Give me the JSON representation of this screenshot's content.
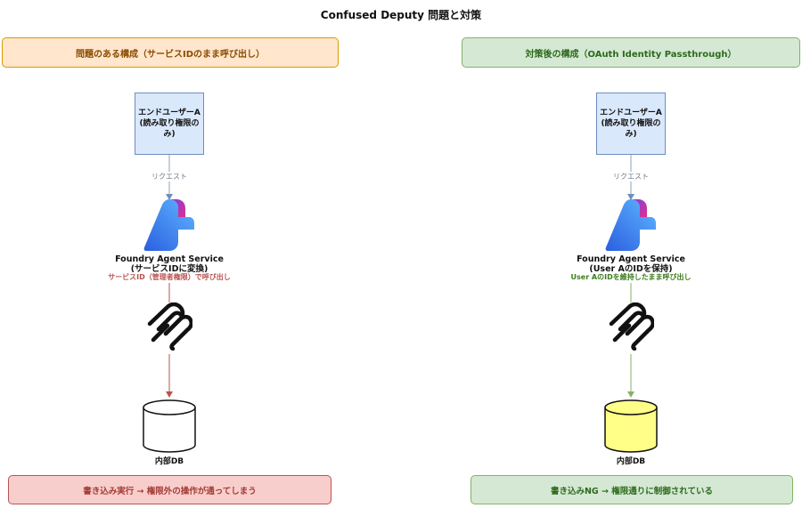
{
  "title": "Confused Deputy 問題と対策",
  "left": {
    "header": "問題のある構成（サービスIDのまま呼び出し）",
    "user_line1": "エンドユーザーA",
    "user_line2": "(読み取り権限のみ)",
    "request_label": "リクエスト",
    "service_line1": "Foundry Agent Service",
    "service_line2": "(サービスIDに変換)",
    "call_label": "サービスID（管理者権限）で呼び出し",
    "db_label": "内部DB",
    "result": "書き込み実行 → 権限外の操作が通ってしまう",
    "line_color": "#b85450",
    "db_fill": "#ffffff"
  },
  "right": {
    "header": "対策後の構成（OAuth Identity Passthrough）",
    "user_line1": "エンドユーザーA",
    "user_line2": "(読み取り権限のみ)",
    "request_label": "リクエスト",
    "service_line1": "Foundry Agent Service",
    "service_line2": "(User AのIDを保持)",
    "call_label": "User AのIDを維持したまま呼び出し",
    "db_label": "内部DB",
    "result": "書き込みNG → 権限通りに制御されている",
    "line_color": "#82b366",
    "db_fill": "#ffff88"
  },
  "icons": {
    "service_logo": "foundry-logo-icon",
    "protocol": "mcp-server-icon",
    "database": "database-icon"
  }
}
